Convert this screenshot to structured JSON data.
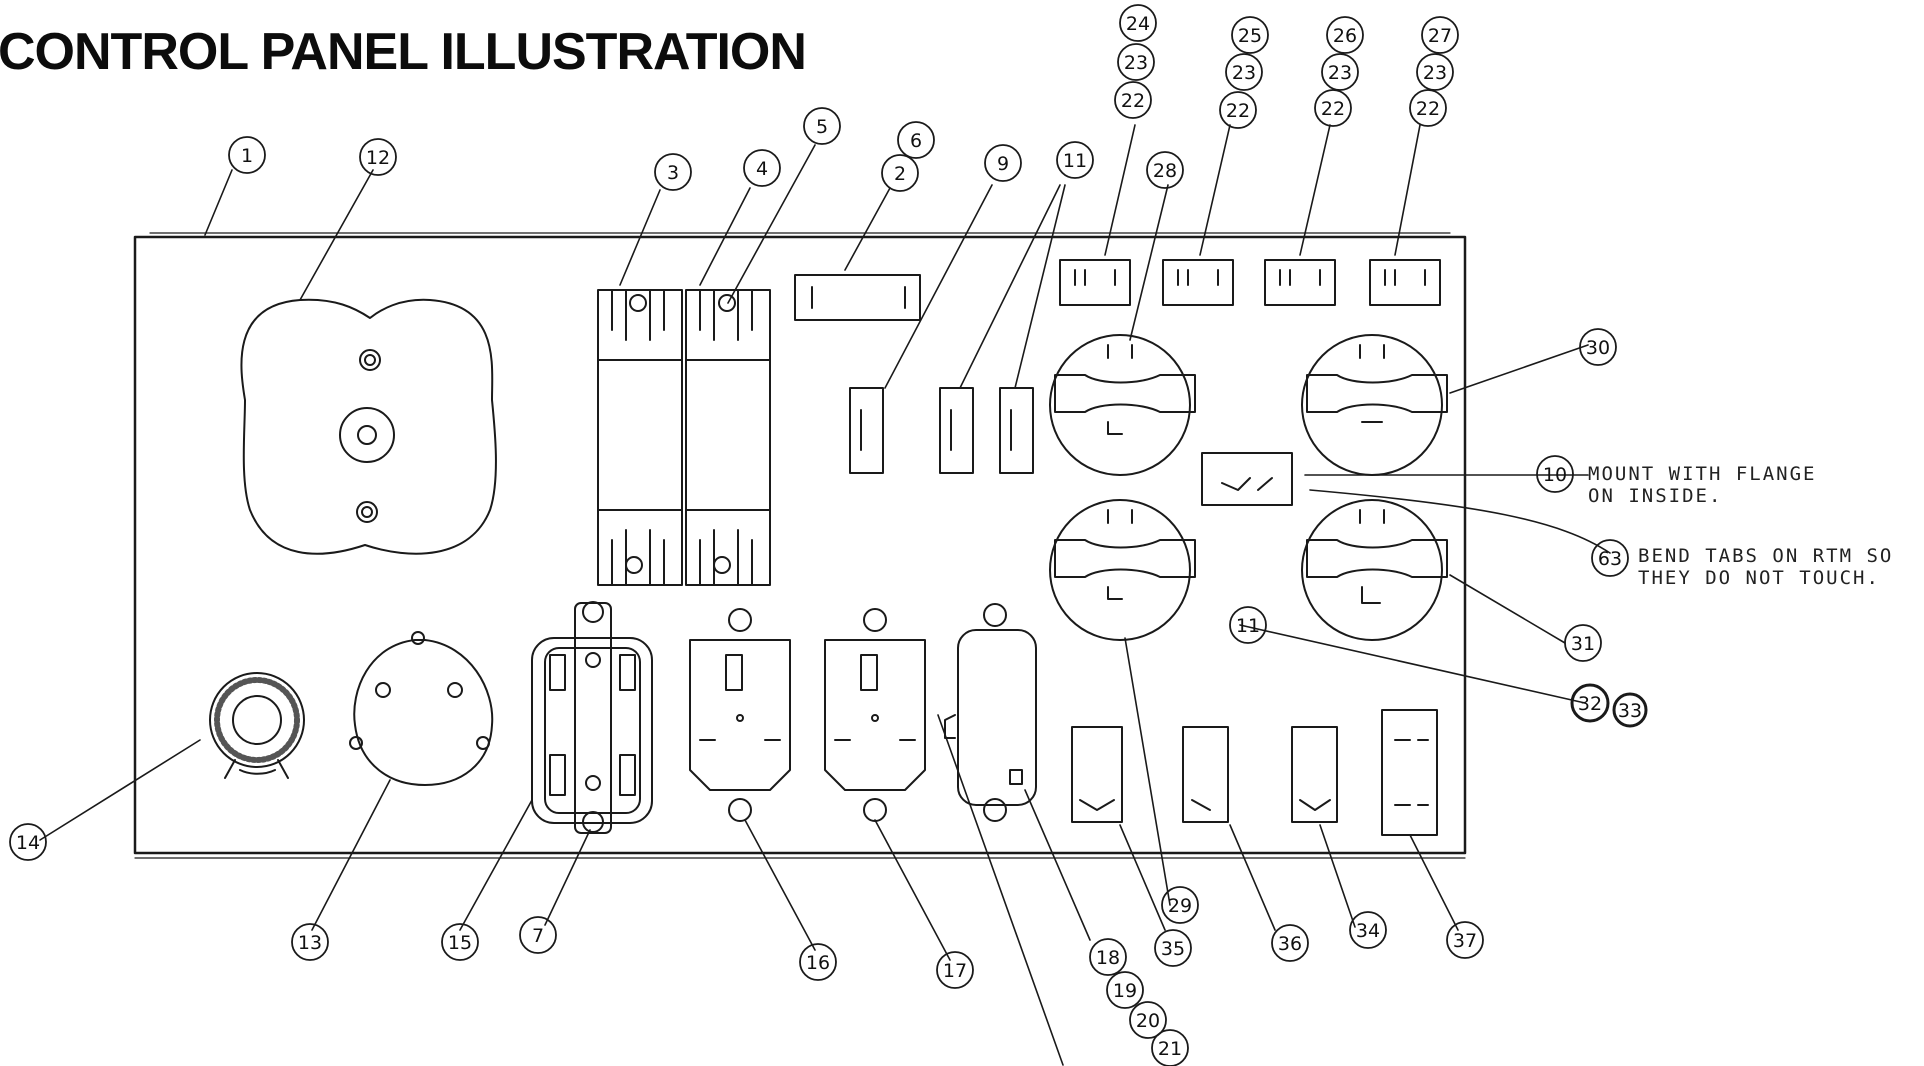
{
  "title": "CONTROL PANEL ILLUSTRATION",
  "notes": {
    "note_10_line1": "MOUNT WITH FLANGE",
    "note_10_line2": "ON INSIDE.",
    "note_63_line1": "BEND TABS ON RTM SO",
    "note_63_line2": "THEY DO NOT TOUCH."
  },
  "callouts": {
    "c1": "1",
    "c2": "2",
    "c3": "3",
    "c4": "4",
    "c5": "5",
    "c6": "6",
    "c7": "7",
    "c9": "9",
    "c10": "10",
    "c11a": "11",
    "c11b": "11",
    "c12": "12",
    "c13": "13",
    "c14": "14",
    "c15": "15",
    "c16": "16",
    "c17": "17",
    "c18": "18",
    "c19": "19",
    "c20": "20",
    "c21": "21",
    "c22a": "22",
    "c22b": "22",
    "c22c": "22",
    "c22d": "22",
    "c23a": "23",
    "c23b": "23",
    "c23c": "23",
    "c23d": "23",
    "c24": "24",
    "c25": "25",
    "c26": "26",
    "c27": "27",
    "c28": "28",
    "c29": "29",
    "c30": "30",
    "c31": "31",
    "c32": "32",
    "c33": "33",
    "c34": "34",
    "c35": "35",
    "c36": "36",
    "c37": "37",
    "c63": "63"
  }
}
